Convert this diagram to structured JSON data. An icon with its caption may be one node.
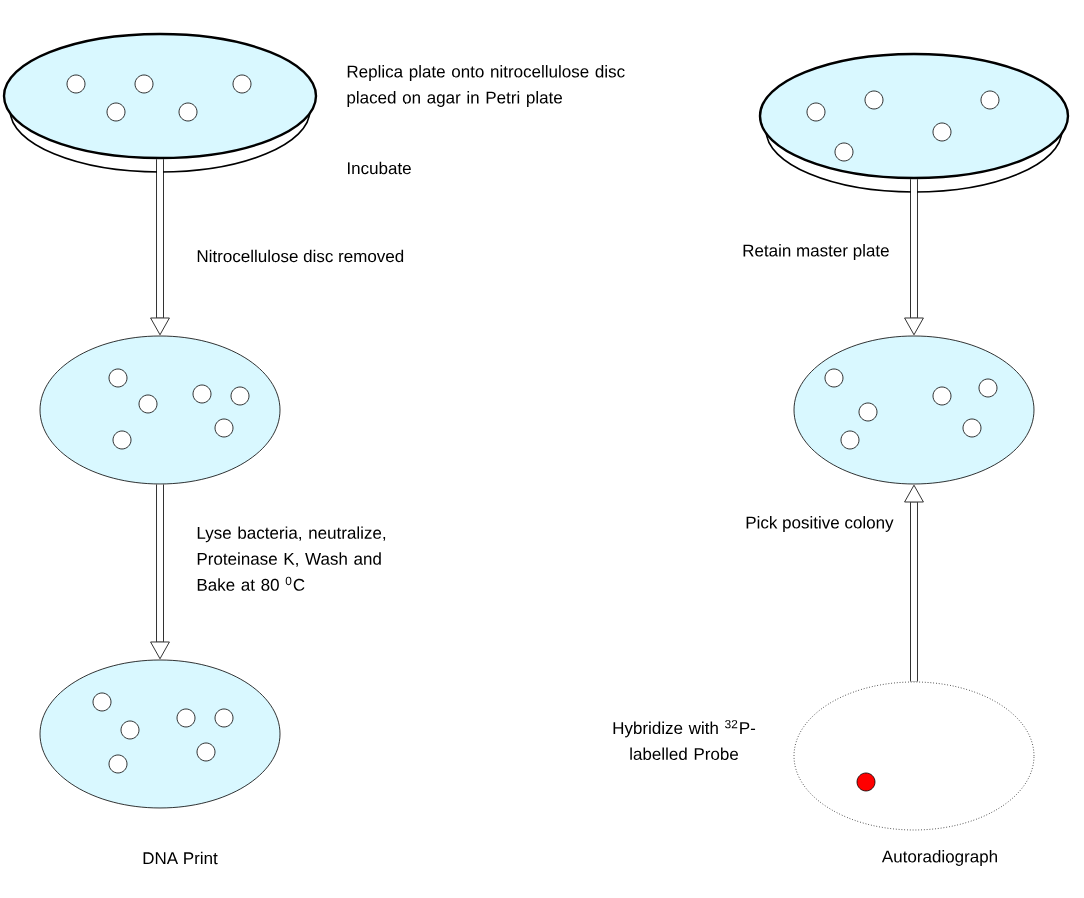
{
  "diagram": {
    "nodes": [
      {
        "text": [],
        "shape": "dish",
        "beside": [
          "Replica plate onto nitrocellulose disc placed on agar in Petri plate",
          "Incubate"
        ]
      },
      {
        "text": [],
        "shape": "dish"
      },
      {
        "text": [],
        "shape": "ellipse"
      },
      {
        "text": [],
        "shape": "ellipse"
      },
      {
        "text": [],
        "shape": "ellipse",
        "beside": [
          "DNA Print"
        ]
      },
      {
        "text": [],
        "shape": "ellipse",
        "beside": [
          "Hybridize with $^{32}$P-labelled Probe",
          "Autoradiograph"
        ]
      }
    ],
    "edges": [
      {
        "from": 0,
        "to": 2,
        "arrow": "to",
        "label": "Nitrocellulose disc removed"
      },
      {
        "from": 1,
        "to": 3,
        "arrow": "to",
        "label": "Retain master plate"
      },
      {
        "from": 2,
        "to": 4,
        "arrow": "to",
        "label": "Lyse bacteria, neutralize, Proteinase K, Wash and Bake at 80 $^{0}$C"
      },
      {
        "from": 5,
        "to": 3,
        "arrow": "to",
        "label": "Pick positive colony"
      }
    ]
  }
}
